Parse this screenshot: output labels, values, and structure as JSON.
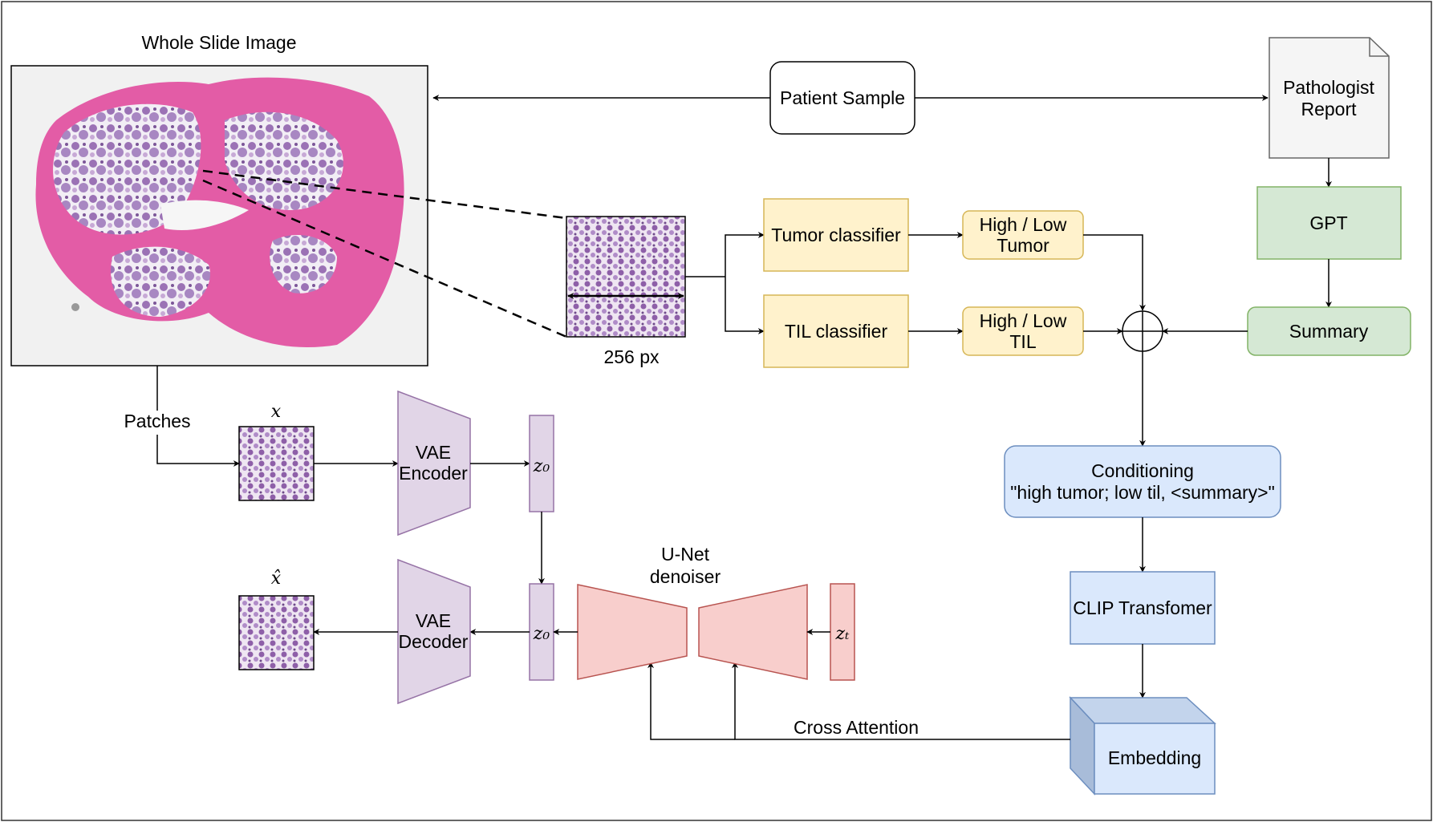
{
  "whole_slide": {
    "title": "Whole Slide Image"
  },
  "patient_sample": {
    "label": "Patient Sample"
  },
  "pathologist_report": {
    "line1": "Pathologist",
    "line2": "Report"
  },
  "gpt": {
    "label": "GPT"
  },
  "summary": {
    "label": "Summary"
  },
  "patch": {
    "size_label": "256 px"
  },
  "tumor_classifier": {
    "label": "Tumor classifier"
  },
  "til_classifier": {
    "label": "TIL classifier"
  },
  "tumor_output": {
    "line1": "High / Low",
    "line2": "Tumor"
  },
  "til_output": {
    "line1": "High / Low",
    "line2": "TIL"
  },
  "conditioning": {
    "line1": "Conditioning",
    "line2": "\"high tumor; low til, <summary>\""
  },
  "clip": {
    "label": "CLIP Transfomer"
  },
  "embedding": {
    "label": "Embedding"
  },
  "patches": {
    "label": "Patches"
  },
  "x": {
    "label": "x"
  },
  "x_hat": {
    "label": "x̂"
  },
  "vae_encoder": {
    "line1": "VAE",
    "line2": "Encoder"
  },
  "vae_decoder": {
    "line1": "VAE",
    "line2": "Decoder"
  },
  "z0_top": {
    "label": "z₀"
  },
  "z0_bottom": {
    "label": "z₀"
  },
  "zt": {
    "label": "zₜ"
  },
  "unet": {
    "line1": "U-Net",
    "line2": "denoiser"
  },
  "cross_attention": {
    "label": "Cross Attention"
  },
  "colors": {
    "yellow_fill": "#fff2cc",
    "yellow_stroke": "#d6b656",
    "green_fill": "#d5e8d4",
    "green_stroke": "#82b366",
    "blue_fill": "#dae8fc",
    "blue_stroke": "#6c8ebf",
    "purple_fill": "#e1d5e7",
    "purple_stroke": "#9673a6",
    "red_fill": "#f8cecc",
    "red_stroke": "#b85450",
    "gray_fill": "#f5f5f5",
    "gray_stroke": "#666666"
  }
}
